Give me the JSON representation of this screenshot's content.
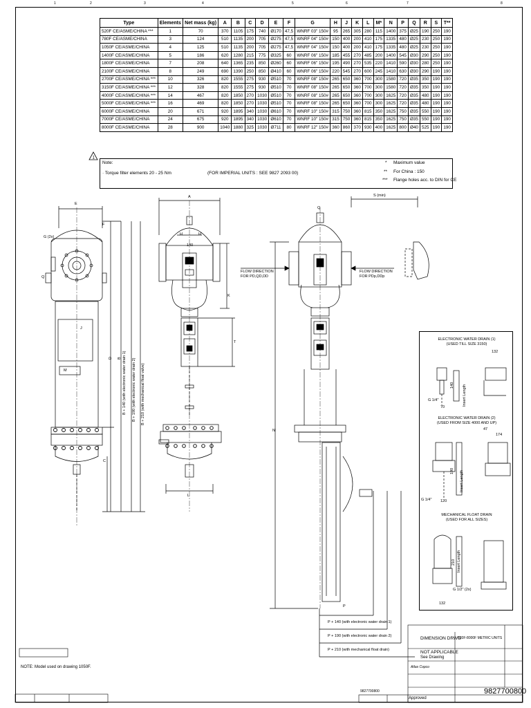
{
  "table": {
    "headers": [
      "Type",
      "Elements",
      "Net mass (kg)",
      "A",
      "B",
      "C",
      "D",
      "E",
      "F",
      "G",
      "H",
      "J",
      "K",
      "L",
      "M*",
      "N",
      "P",
      "Q",
      "R",
      "S",
      "T**"
    ],
    "rows": [
      [
        "520F CE/ASME/CHINA ***",
        "1",
        "70",
        "370",
        "1105",
        "175",
        "740",
        "Ø170",
        "47,5",
        "WNRF 03\" 150#",
        "95",
        "265",
        "305",
        "280",
        "115",
        "1400",
        "375",
        "Ø25",
        "190",
        "250",
        "190"
      ],
      [
        "780F CE/ASME/CHINA",
        "3",
        "124",
        "510",
        "1135",
        "200",
        "705",
        "Ø275",
        "47,5",
        "WNRF 04\" 150#",
        "150",
        "400",
        "200",
        "410",
        "175",
        "1335",
        "480",
        "Ø25",
        "230",
        "250",
        "190"
      ],
      [
        "1050F CE/ASME/CHINA",
        "4",
        "125",
        "510",
        "1135",
        "200",
        "705",
        "Ø275",
        "47,5",
        "WNRF 04\" 150#",
        "150",
        "400",
        "200",
        "410",
        "175",
        "1335",
        "480",
        "Ø25",
        "230",
        "250",
        "190"
      ],
      [
        "1400F CE/ASME/CHINA",
        "5",
        "186",
        "620",
        "1280",
        "215",
        "775",
        "Ø325",
        "60",
        "WNRF 06\" 150#",
        "185",
        "455",
        "270",
        "485",
        "200",
        "1400",
        "545",
        "Ø30",
        "290",
        "250",
        "190"
      ],
      [
        "1800F CE/ASME/CHINA",
        "7",
        "208",
        "640",
        "1365",
        "235",
        "850",
        "Ø260",
        "60",
        "WNRF 06\" 150#",
        "195",
        "490",
        "270",
        "535",
        "220",
        "1410",
        "590",
        "Ø30",
        "280",
        "250",
        "190"
      ],
      [
        "2100F CE/ASME/CHINA",
        "8",
        "249",
        "690",
        "1390",
        "250",
        "850",
        "Ø410",
        "60",
        "WNRF 06\" 150#",
        "220",
        "545",
        "270",
        "600",
        "245",
        "1410",
        "630",
        "Ø30",
        "290",
        "190",
        "190"
      ],
      [
        "2700F CE/ASME/CHINA ***",
        "10",
        "326",
        "820",
        "1555",
        "275",
        "930",
        "Ø510",
        "70",
        "WNRF 08\" 150#",
        "265",
        "650",
        "360",
        "700",
        "300",
        "1580",
        "720",
        "Ø35",
        "350",
        "190",
        "190"
      ],
      [
        "3150F CE/ASME/CHINA ***",
        "12",
        "328",
        "820",
        "1555",
        "275",
        "930",
        "Ø510",
        "70",
        "WNRF 08\" 150#",
        "265",
        "650",
        "360",
        "700",
        "300",
        "1580",
        "720",
        "Ø35",
        "350",
        "190",
        "190"
      ],
      [
        "4000F CE/ASME/CHINA ***",
        "14",
        "467",
        "820",
        "1850",
        "270",
        "1030",
        "Ø510",
        "70",
        "WNRF 08\" 150#",
        "265",
        "650",
        "360",
        "700",
        "300",
        "1625",
        "720",
        "Ø35",
        "480",
        "190",
        "190"
      ],
      [
        "5000F CE/ASME/CHINA ***",
        "16",
        "469",
        "820",
        "1850",
        "270",
        "1030",
        "Ø510",
        "70",
        "WNRF 08\" 150#",
        "265",
        "650",
        "360",
        "700",
        "300",
        "1625",
        "720",
        "Ø35",
        "480",
        "190",
        "190"
      ],
      [
        "6000F CE/ASME/CHINA",
        "20",
        "671",
        "920",
        "1895",
        "340",
        "1030",
        "Ø610",
        "70",
        "WNRF 10\" 150#",
        "315",
        "750",
        "360",
        "815",
        "350",
        "1625",
        "750",
        "Ø35",
        "550",
        "190",
        "190"
      ],
      [
        "7000F CE/ASME/CHINA",
        "24",
        "675",
        "920",
        "1895",
        "340",
        "1030",
        "Ø610",
        "70",
        "WNRF 10\" 150#",
        "315",
        "750",
        "360",
        "815",
        "350",
        "1625",
        "750",
        "Ø35",
        "550",
        "190",
        "190"
      ],
      [
        "8000F CE/ASME/CHINA",
        "28",
        "900",
        "1040",
        "1880",
        "325",
        "1030",
        "Ø711",
        "80",
        "WNRF 12\" 150#",
        "360",
        "860",
        "370",
        "930",
        "400",
        "1625",
        "800",
        "Ø40",
        "525",
        "190",
        "190"
      ]
    ]
  },
  "notes": {
    "note_label": "Note:",
    "torque": "· Torque filter elements 20 - 25 Nm",
    "imperial": "(FOR IMPERIAL UNITS : SEE 9827 2093 00)",
    "star1_sym": "*",
    "star1": "Maximum value",
    "star2_sym": "**",
    "star2": "For China : 150",
    "star3_sym": "***",
    "star3": "Flange holes acc. to DIN for CE",
    "warn_num": "1"
  },
  "dims": {
    "E": "E",
    "F": "F",
    "G2x": "G (2x)",
    "Q1": "Q",
    "J": "J",
    "M": "M",
    "D": "D",
    "C": "C",
    "B": "B",
    "B140": "B + 140 (with electronic water drain 1)",
    "B190": "B + 190 (with electronic water drain 2)",
    "B210": "B + 210 (with mechanical float valve)",
    "A": "A",
    "H1": "H",
    "H2": "H",
    "val140": "140",
    "K": "K",
    "T": "T",
    "L": "L",
    "Q2": "Q",
    "Smin": "S (min)",
    "N": "N",
    "P": "P",
    "flow_left": "FLOW DIRECTION\nFOR PD,QD,DD",
    "flow_right": "FLOW DIRECTION\nFOR PDp,DDp",
    "P140": "P + 140 (with electronic water drain 1)",
    "P190": "P + 190 (with electronic water drain 2)",
    "P210": "P + 210 (with mechanical float drain)"
  },
  "drains": {
    "d1_title": "ELECTRONIC WATER DRAIN (1)\n(USED TILL SIZE 3150)",
    "d1_w": "132",
    "d1_h": "140",
    "d1_g": "G 1/4\"",
    "d1_b": "70",
    "d1_ins": "Insert Length",
    "d2_title": "ELECTRONIC WATER DRAIN (2)\n(USED FROM SIZE 4000 AND UP)",
    "d2_w1": "47",
    "d2_w2": "174",
    "d2_h": "190",
    "d2_g": "G 1/4\"",
    "d2_b": "120",
    "d2_ins": "Insert Length",
    "d3_title": "MECHANICAL FLOAT DRAIN\n(USED FOR ALL SIZES)",
    "d3_h": "210",
    "d3_g": "G 1/2\" (2x)",
    "d3_b": "132",
    "d3_ins": "Insert Length"
  },
  "bottom": {
    "model_note": "NOTE: Model used on drawing 1050F.",
    "dim_ref": "9827700800",
    "title_dwg": "DIMENSION DRWG",
    "title_sub": "520F-8000F METRIC UNITS",
    "not_applicable": "NOT APPLICABLE",
    "see_drawing": "See Drawing",
    "approved": "Approved",
    "drawing_no": "9827700800",
    "brand": "Atlas Copco"
  }
}
